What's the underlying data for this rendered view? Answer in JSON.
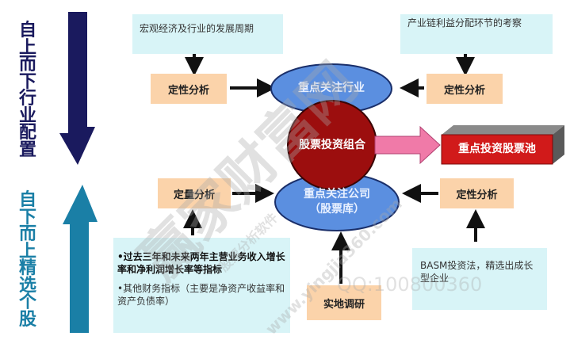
{
  "side_labels": {
    "top_down": "自上而下行业配置",
    "bottom_up": "自下而上精选个股"
  },
  "top": {
    "left_source": "宏观经济及行业的发展周期",
    "right_source": "产业链利益分配环节的考察",
    "left_analysis": "定性分析",
    "right_analysis": "定性分析",
    "focus_industry": "重点关注行业"
  },
  "center": {
    "portfolio": "股票投资组合",
    "stock_pool": "重点投资股票池"
  },
  "bottom": {
    "left_analysis": "定量分析",
    "right_analysis": "定性分析",
    "focus_company_line1": "重点关注公司",
    "focus_company_line2": "（股票库）",
    "field_research": "实地调研",
    "quant_item1": "•过去三年和未来两年主营业务收入增长率和净利润增长率等指标",
    "quant_item2": "•其他财务指标（主要是净资产收益率和资产负债率）",
    "qual_text": "BASM投资法，精选出成长型企业"
  },
  "watermark": {
    "text1": "赢家财富网",
    "text2": "QQ:100800360",
    "text3": "股票分析软件",
    "text4": "www.yingjia360.com"
  },
  "colors": {
    "down_arrow": "#1a1a5e",
    "up_arrow": "#1a7fa6",
    "ellipse": "#5b8fe0",
    "portfolio_circle": "#9c0e0e",
    "pool_box": "#d11a1a",
    "pink_arrow": "#f07aa8",
    "source_box": "#d8f4f7",
    "analysis_box": "#fbd3aa"
  }
}
